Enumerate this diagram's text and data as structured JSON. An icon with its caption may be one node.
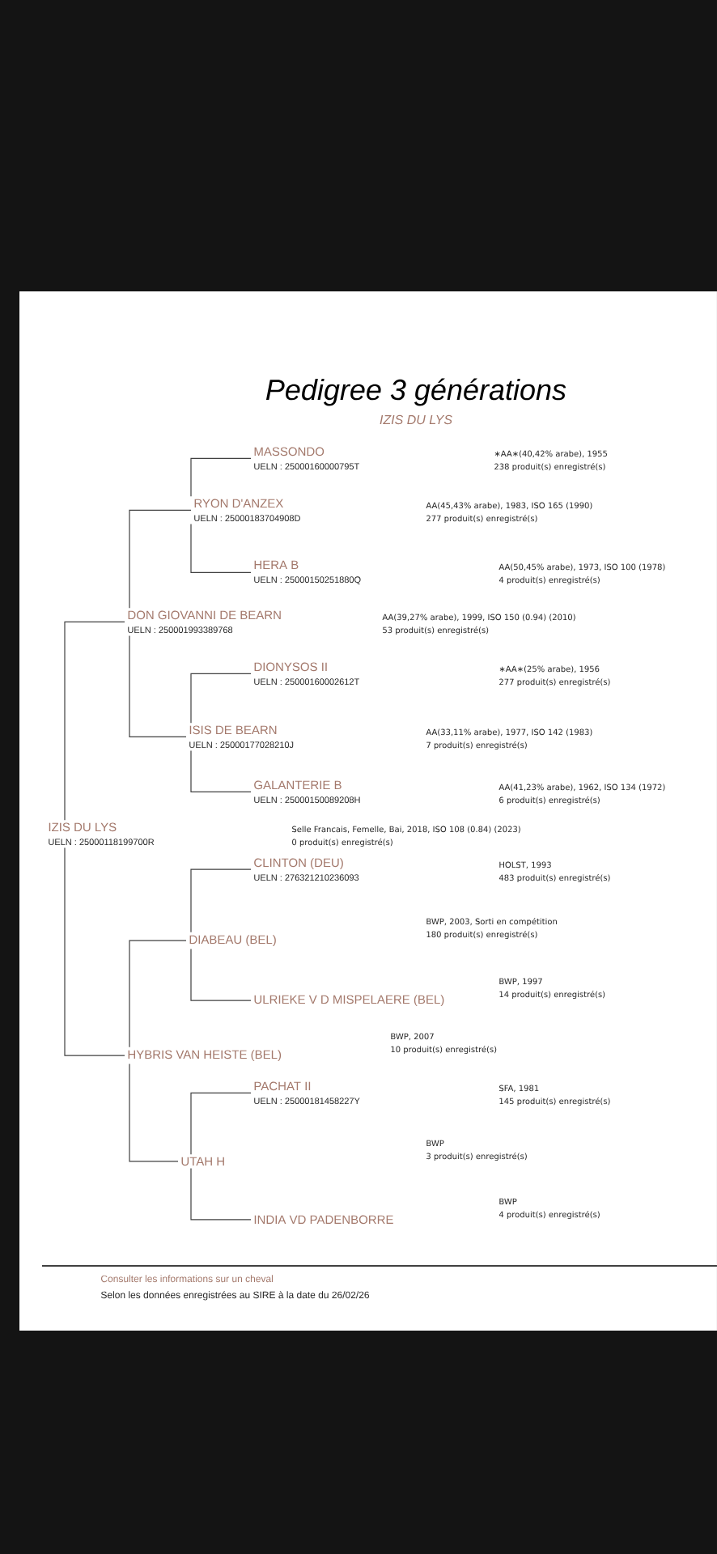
{
  "diagram": {
    "title": "Pedigree 3 générations",
    "nodes": [
      {
        "text": [
          "MASSONDO",
          "UELN : 25000160000795T"
        ],
        "beside": [
          "∗AA∗(40,42% arabe), 1955",
          "238 produit(s) enregistré(s)"
        ]
      },
      {
        "text": [
          "RYON D'ANZEX",
          "UELN : 25000183704908D"
        ],
        "beside": [
          "AA(45,43% arabe), 1983, ISO 165 (1990)",
          "277 produit(s) enregistré(s)"
        ]
      },
      {
        "text": [
          "HERA B",
          "UELN : 25000150251880Q"
        ],
        "beside": [
          "AA(50,45% arabe), 1973, ISO 100 (1978)",
          "4 produit(s) enregistré(s)"
        ]
      },
      {
        "text": [
          "DON GIOVANNI DE BEARN",
          "UELN : 250001993389768"
        ],
        "beside": [
          "AA(39,27% arabe), 1999, ISO 150 (0.94) (2010)",
          "53 produit(s) enregistré(s)"
        ]
      },
      {
        "text": [
          "DIONYSOS II",
          "UELN : 25000160002612T"
        ],
        "beside": [
          "∗AA∗(25% arabe), 1956",
          "277 produit(s) enregistré(s)"
        ]
      },
      {
        "text": [
          "ISIS DE BEARN",
          "UELN : 25000177028210J"
        ],
        "beside": [
          "AA(33,11% arabe), 1977, ISO 142 (1983)",
          "7 produit(s) enregistré(s)"
        ]
      },
      {
        "text": [
          "GALANTERIE B",
          "UELN : 25000150089208H"
        ],
        "beside": [
          "AA(41,23% arabe), 1962, ISO 134 (1972)",
          "6 produit(s) enregistré(s)"
        ]
      },
      {
        "text": [
          "IZIS DU LYS",
          "UELN : 25000118199700R"
        ],
        "beside": [
          "Selle Francais, Femelle, Bai, 2018, ISO 108 (0.84) (2023)",
          "0 produit(s) enregistré(s)"
        ]
      },
      {
        "text": [
          "CLINTON (DEU)",
          "UELN : 276321210236093"
        ],
        "beside": [
          "HOLST, 1993",
          "483 produit(s) enregistré(s)"
        ]
      },
      {
        "text": [
          "DIABEAU (BEL)"
        ],
        "beside": [
          "BWP, 2003, Sorti en compétition",
          "180 produit(s) enregistré(s)"
        ]
      },
      {
        "text": [
          "ULRIEKE V D MISPELAERE (BEL)"
        ],
        "beside": [
          "BWP, 1997",
          "14 produit(s) enregistré(s)"
        ]
      },
      {
        "text": [
          "HYBRIS VAN HEISTE (BEL)"
        ],
        "beside": [
          "BWP, 2007",
          "10 produit(s) enregistré(s)"
        ]
      },
      {
        "text": [
          "PACHAT II",
          "UELN : 25000181458227Y"
        ],
        "beside": [
          "SFA, 1981",
          "145 produit(s) enregistré(s)"
        ]
      },
      {
        "text": [
          "UTAH H"
        ],
        "beside": [
          "BWP",
          "3 produit(s) enregistré(s)"
        ]
      },
      {
        "text": [
          "INDIA VD PADENBORRE"
        ],
        "beside": [
          "BWP",
          "4 produit(s) enregistré(s)"
        ]
      }
    ],
    "edges": [
      {
        "from": 7,
        "to": 3,
        "arrow": "none"
      },
      {
        "from": 7,
        "to": 11,
        "arrow": "none"
      },
      {
        "from": 3,
        "to": 1,
        "arrow": "none"
      },
      {
        "from": 3,
        "to": 5,
        "arrow": "none"
      },
      {
        "from": 1,
        "to": 0,
        "arrow": "none"
      },
      {
        "from": 1,
        "to": 2,
        "arrow": "none"
      },
      {
        "from": 5,
        "to": 4,
        "arrow": "none"
      },
      {
        "from": 5,
        "to": 6,
        "arrow": "none"
      },
      {
        "from": 11,
        "to": 9,
        "arrow": "none"
      },
      {
        "from": 11,
        "to": 13,
        "arrow": "none"
      },
      {
        "from": 9,
        "to": 8,
        "arrow": "none"
      },
      {
        "from": 9,
        "to": 10,
        "arrow": "none"
      },
      {
        "from": 13,
        "to": 12,
        "arrow": "none"
      },
      {
        "from": 13,
        "to": 14,
        "arrow": "none"
      }
    ],
    "labels": [
      "IZIS DU LYS",
      "Consulter les informations sur un cheval",
      "Selon les données enregistrées au SIRE à la date du 26/02/26"
    ]
  }
}
